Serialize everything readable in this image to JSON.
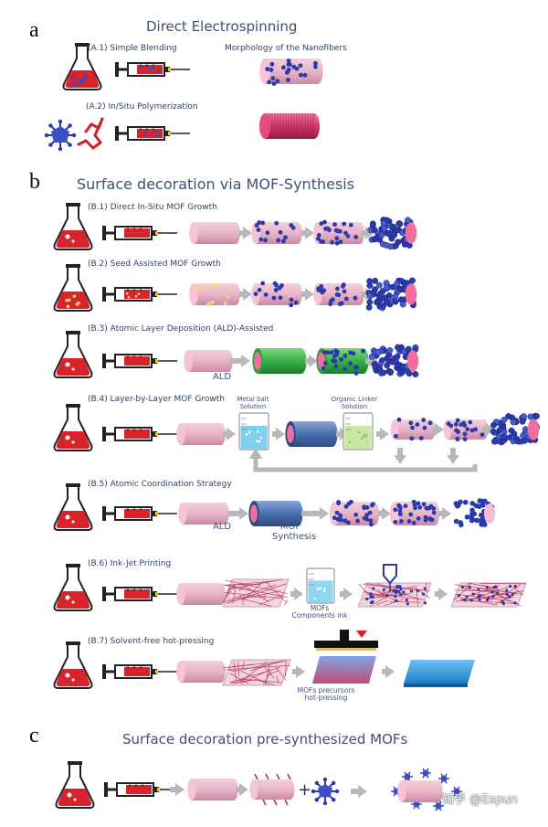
{
  "panels": {
    "a": "a",
    "b": "b",
    "c": "c"
  },
  "section_a": {
    "title": "Direct Electrospinning",
    "step_a1": "(A.1) Simple Blending",
    "step_a2": "(A.2) In/Situ Polymerization",
    "morphology": "Morphology of the Nanofibers"
  },
  "section_b": {
    "title": "Surface decoration via MOF-Synthesis",
    "b1": "(B.1) Direct In-Situ MOF Growth",
    "b2": "(B.2) Seed Assisted MOF Growth",
    "b3": "(B.3) Atomic Layer Deposition (ALD)-Assisted",
    "b4": "(B.4) Layer-by-Layer MOF Growth",
    "b5": "(B.5) Atomic Coordination Strategy",
    "b6": "(B.6) Ink-Jet Printing",
    "b7": "(B.7) Solvent-free hot-pressing",
    "ald": "ALD",
    "metal_salt": "Metal Salt Solution",
    "organic_linker": "Organic Linker Solution",
    "mof_synthesis": "MOF Synthesis",
    "mofs_ink": "MOFs Components ink",
    "mofs_precursors": "MOFs precursors hot-pressing"
  },
  "section_c": {
    "title": "Surface decoration pre-synthesized MOFs",
    "plus": "+"
  },
  "watermark": "知乎 @Espun",
  "colors": {
    "flask_liquid": "#d8232a",
    "syringe": "#d8232a",
    "fiber": "#e8b4c8",
    "fiber_end": "#f06fa0",
    "mof": "#2a3aa8",
    "ald_green": "#36b34a",
    "coat_blue": "#4a6fb0",
    "arrow": "#b8b8b8",
    "mesh": "#b0304a",
    "title": "#3f4f7a"
  }
}
